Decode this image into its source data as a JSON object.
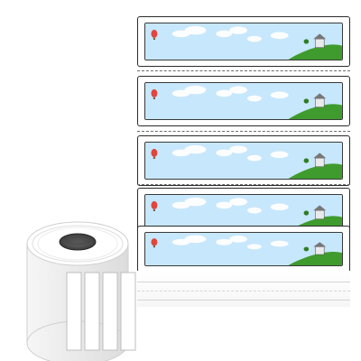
{
  "product": {
    "subject": "label-roll-product-image",
    "label_count_visible": 5,
    "core_slots": 4
  },
  "colors": {
    "sky": "#bfe3fb",
    "hill": "#3f9b2e",
    "balloon": "#e0463c",
    "outline": "#2b2b2b"
  },
  "icons": {
    "balloon": "hot-air-balloon-icon",
    "house": "house-icon",
    "tree": "tree-icon",
    "cloud": "cloud-icon"
  }
}
